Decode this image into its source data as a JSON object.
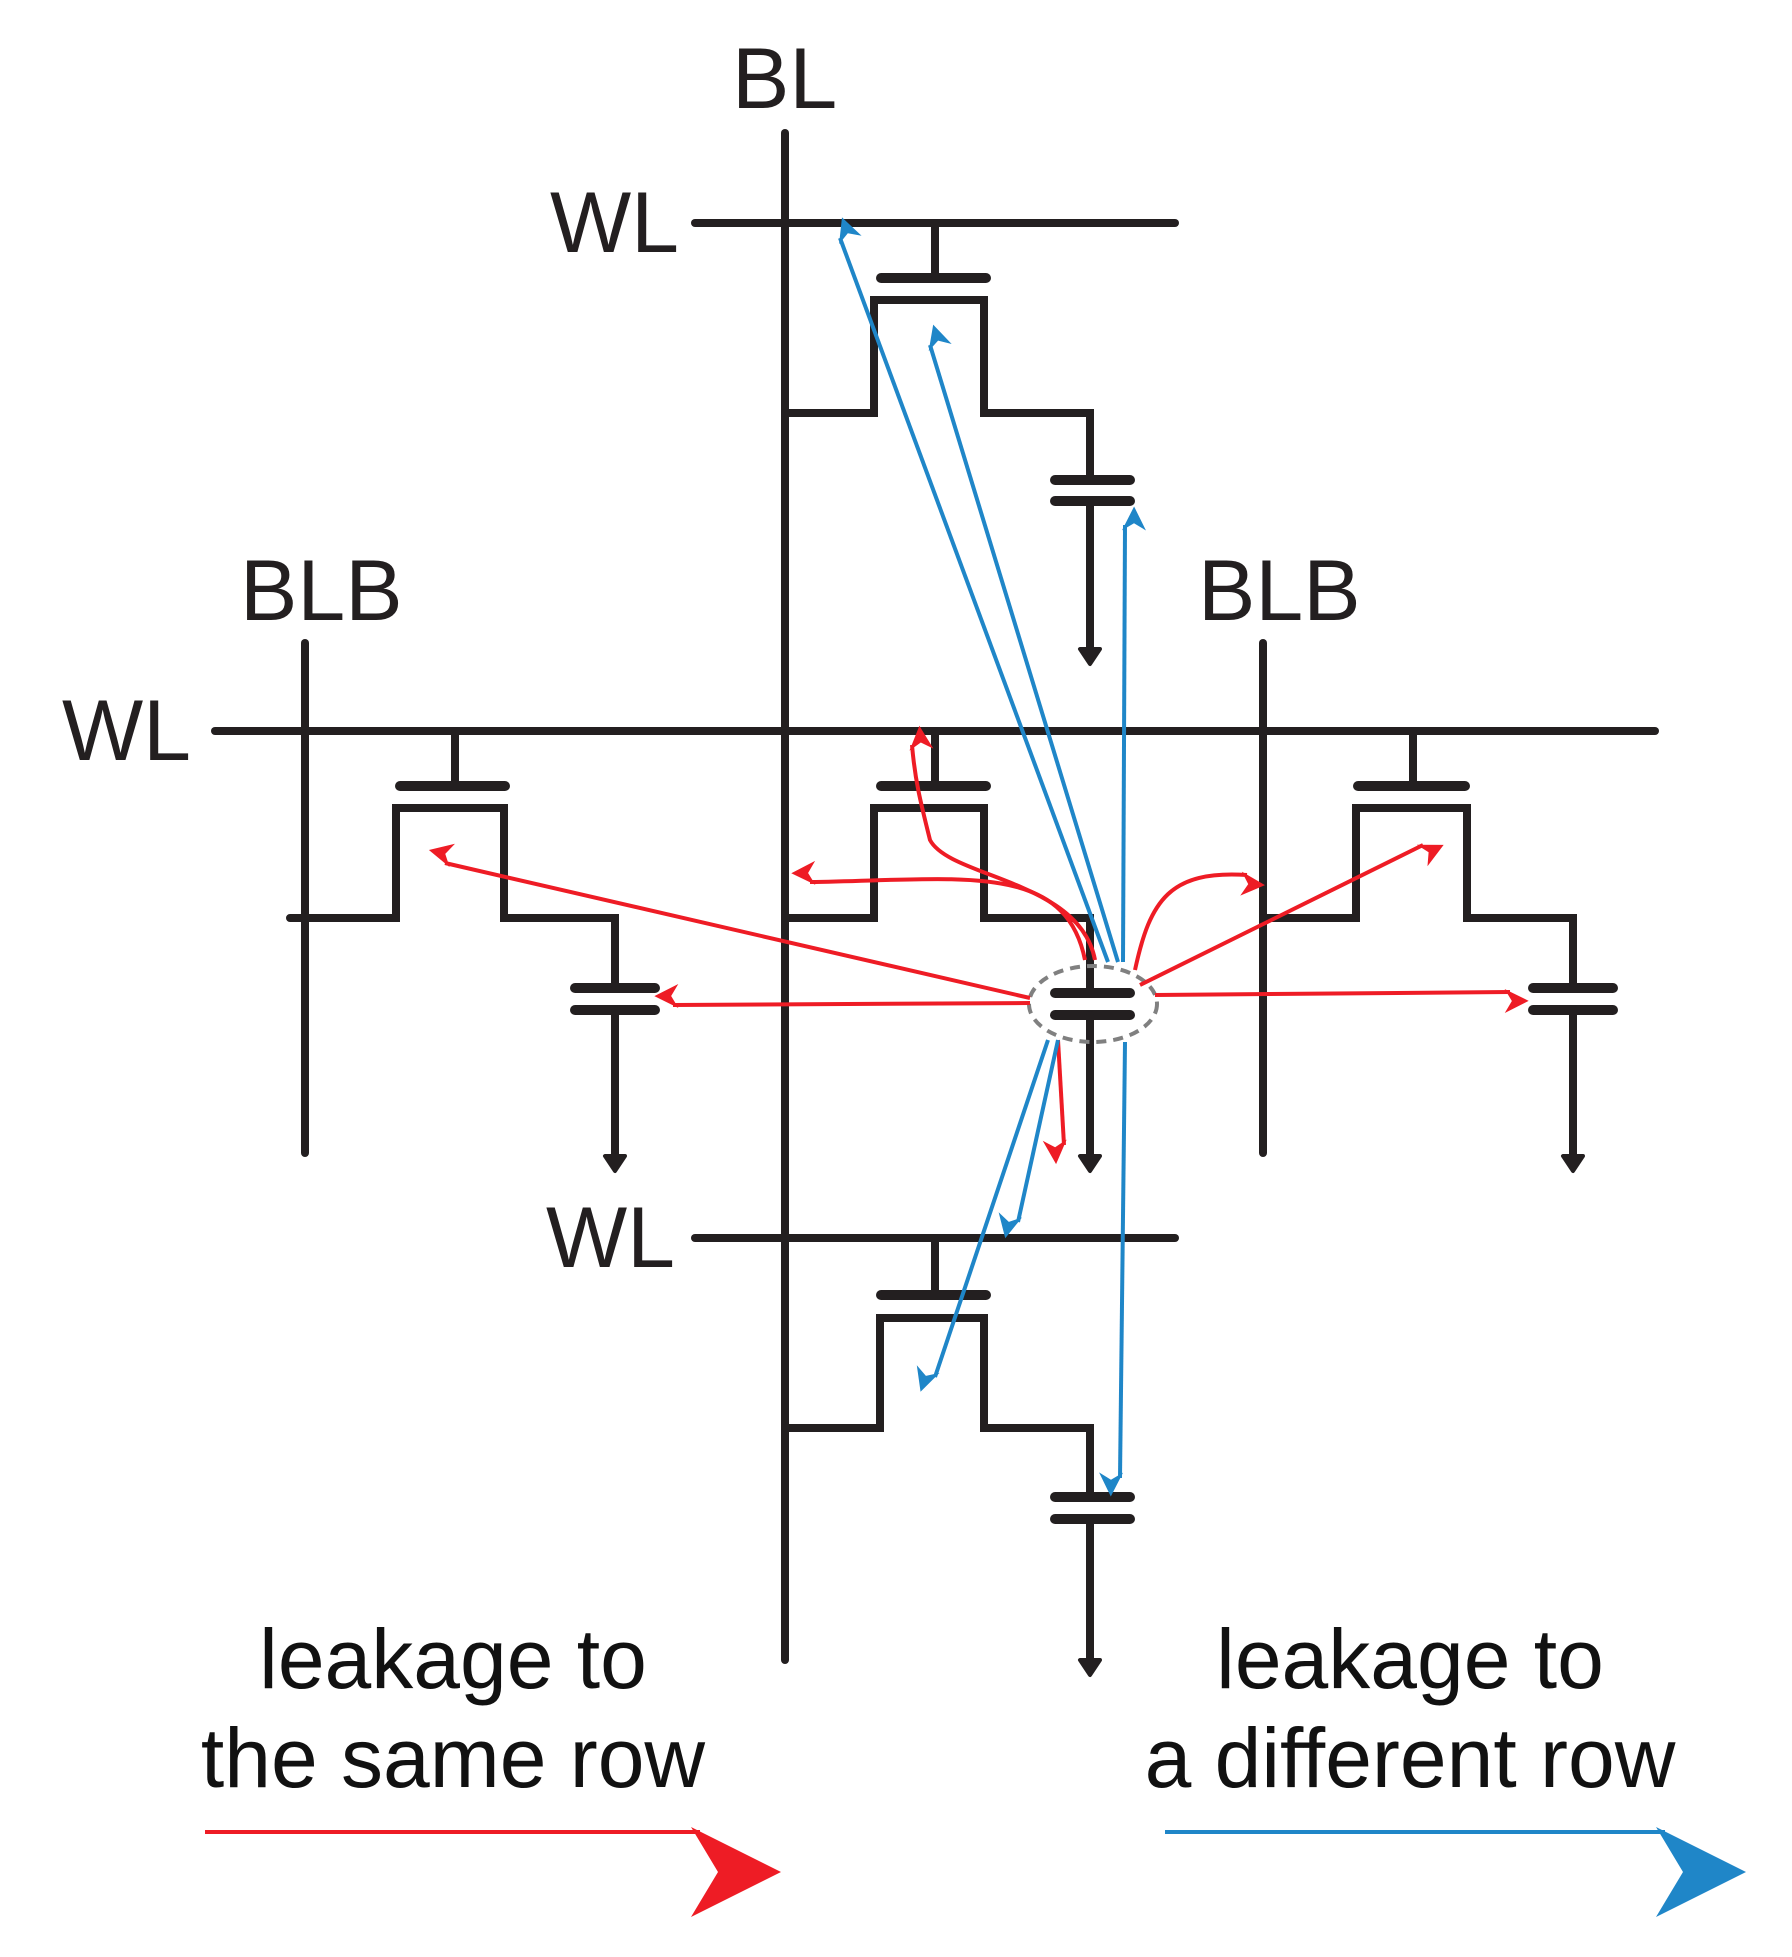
{
  "labels": {
    "bl": "BL",
    "blb_left": "BLB",
    "blb_right": "BLB",
    "wl_top": "WL",
    "wl_mid": "WL",
    "wl_bottom": "WL"
  },
  "legend": {
    "same_row": [
      "leakage to",
      "the same row"
    ],
    "different_row": [
      "leakage to",
      "a different row"
    ]
  },
  "colors": {
    "wire": "#231f20",
    "same_row_arrow": "#ee1c25",
    "different_row_arrow": "#1f86c8",
    "aggressor_outline": "#808080"
  }
}
